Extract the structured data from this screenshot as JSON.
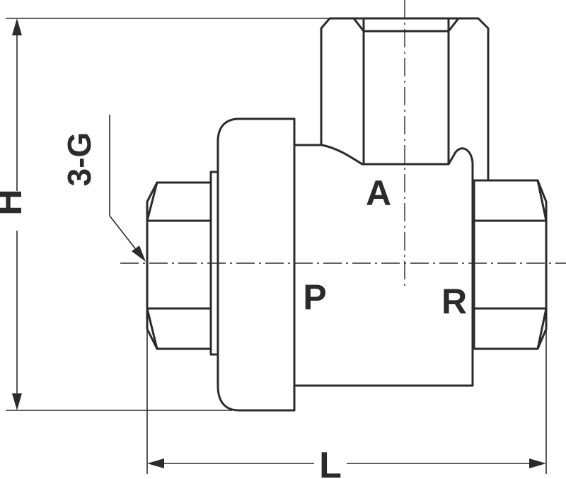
{
  "diagram": {
    "labels": {
      "port_a": "A",
      "port_p": "P",
      "port_r": "R",
      "thread_size": "3-G",
      "height_dim": "H",
      "length_dim": "L"
    },
    "colors": {
      "line": "#2b2b2b",
      "background": "#ffffff"
    }
  }
}
